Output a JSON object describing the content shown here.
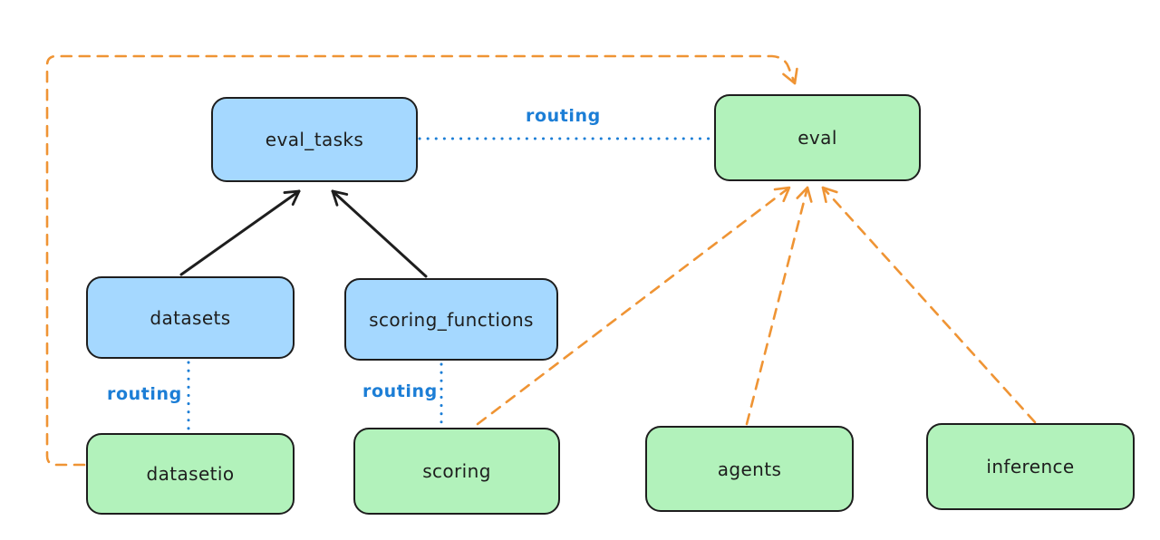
{
  "diagram": {
    "colors": {
      "background": "#ffffff",
      "node_border": "#1e1e1e",
      "node_text": "#1e1e1e",
      "api_fill": "#a5d8ff",
      "provider_fill": "#b2f2bb",
      "solid_arrow": "#1e1e1e",
      "dashed_arrow": "#ef9434",
      "routing_line": "#1c7ed6"
    },
    "nodes": {
      "eval_tasks": {
        "label": "eval_tasks"
      },
      "eval": {
        "label": "eval"
      },
      "datasets": {
        "label": "datasets"
      },
      "scoring_functions": {
        "label": "scoring_functions"
      },
      "datasetio": {
        "label": "datasetio"
      },
      "scoring": {
        "label": "scoring"
      },
      "agents": {
        "label": "agents"
      },
      "inference": {
        "label": "inference"
      }
    },
    "edge_labels": {
      "routing_eval_tasks_eval": "routing",
      "routing_datasets_datasetio": "routing",
      "routing_scoring_functions_scoring": "routing"
    }
  }
}
